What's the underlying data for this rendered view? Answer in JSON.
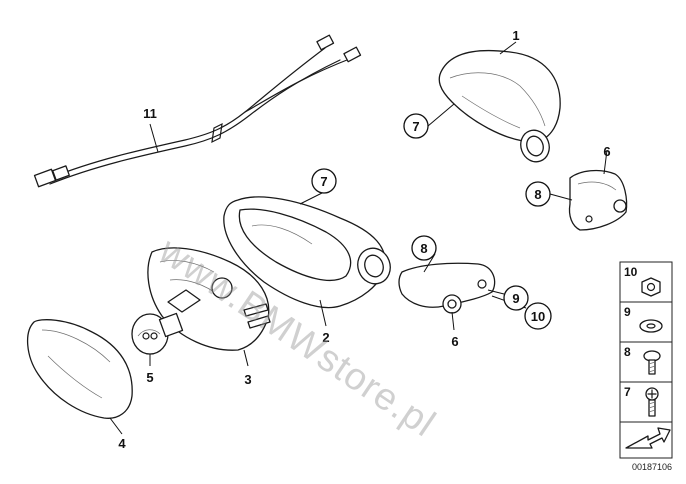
{
  "callouts": {
    "c1": "1",
    "c2": "2",
    "c3": "3",
    "c4": "4",
    "c5": "5",
    "c6a": "6",
    "c6b": "6",
    "c7a": "7",
    "c7b": "7",
    "c8a": "8",
    "c8b": "8",
    "c9": "9",
    "c10": "10",
    "c11": "11"
  },
  "legend": [
    {
      "number": "10",
      "icon": "hex-nut-icon"
    },
    {
      "number": "9",
      "icon": "washer-icon"
    },
    {
      "number": "8",
      "icon": "pan-head-screw-icon"
    },
    {
      "number": "7",
      "icon": "cross-head-screw-icon"
    },
    {
      "number": "",
      "icon": "arrow-plate-icon"
    }
  ],
  "watermark": "www.BMWstore.pl",
  "diagram_id": "00187106",
  "colors": {
    "line": "#1a1a1a",
    "watermark": "#969696",
    "background": "#ffffff"
  }
}
